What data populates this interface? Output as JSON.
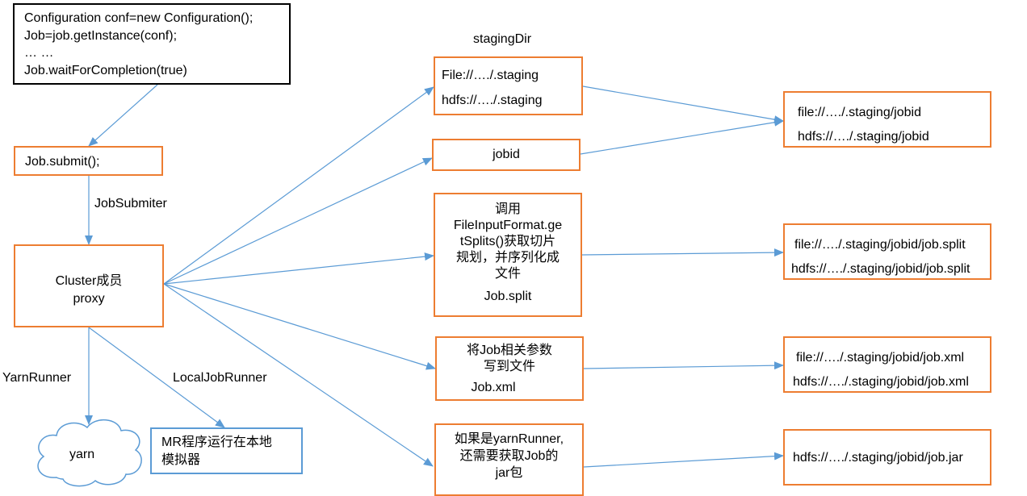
{
  "colors": {
    "box_border": "#ED7D31",
    "code_border": "#000000",
    "local_border": "#5B9BD5",
    "arrow": "#5B9BD5"
  },
  "code_box": {
    "lines": [
      "Configuration conf=new Configuration();",
      "Job=job.getInstance(conf);",
      "… …",
      "Job.waitForCompletion(true)"
    ]
  },
  "submit_box": {
    "text": "Job.submit();"
  },
  "jobsubmiter_label": "JobSubmiter",
  "cluster_box": {
    "line1": "Cluster成员",
    "line2": "proxy"
  },
  "yarnrunner_label": "YarnRunner",
  "localjobrunner_label": "LocalJobRunner",
  "yarn_cloud": {
    "text": "yarn",
    "icon": "cloud-icon"
  },
  "local_box": {
    "line1": "MR程序运行在本地",
    "line2": "模拟器"
  },
  "stagingdir_label": "stagingDir",
  "staging_box": {
    "line1": "File://…./.staging",
    "line2": "hdfs://…./.staging"
  },
  "jobid_box": {
    "text": "jobid"
  },
  "split_box": {
    "lines": [
      "调用",
      "FileInputFormat.ge",
      "tSplits()获取切片",
      "规划，并序列化成",
      "文件"
    ],
    "file": "Job.split"
  },
  "xml_box": {
    "lines": [
      "将Job相关参数",
      "写到文件"
    ],
    "file": "Job.xml"
  },
  "jar_box": {
    "lines": [
      "如果是yarnRunner,",
      "还需要获取Job的",
      "jar包"
    ]
  },
  "jobid_out_box": {
    "line1": "file://…./.staging/jobid",
    "line2": "hdfs://…./.staging/jobid"
  },
  "split_out_box": {
    "line1": "file://…./.staging/jobid/job.split",
    "line2": "hdfs://…./.staging/jobid/job.split"
  },
  "xml_out_box": {
    "line1": "file://…./.staging/jobid/job.xml",
    "line2": "hdfs://…./.staging/jobid/job.xml"
  },
  "jar_out_box": {
    "line1": "hdfs://…./.staging/jobid/job.jar"
  }
}
